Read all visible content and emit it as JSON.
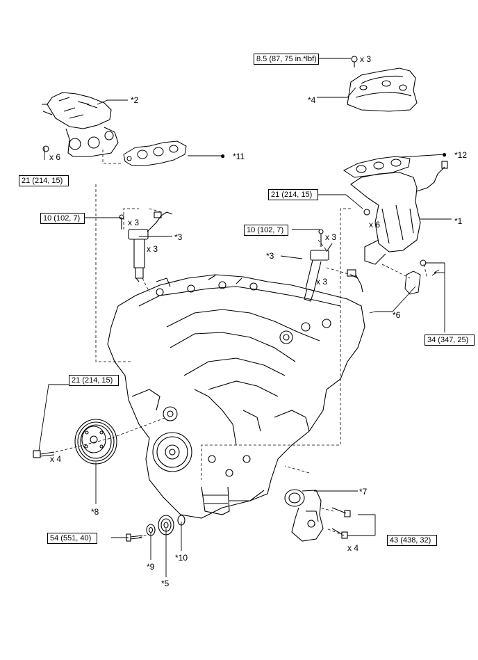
{
  "torque": {
    "t1": "8.5 (87, 75 in.*lbf)",
    "t2": "21 (214, 15)",
    "t3": "21 (214, 15)",
    "t4": "10 (102, 7)",
    "t5": "10 (102, 7)",
    "t6": "34 (347, 25)",
    "t7": "21 (214, 15)",
    "t8": "54 (551, 40)",
    "t9": "43 (438, 32)"
  },
  "labels": {
    "p1": "*1",
    "p2": "*2",
    "p3a": "*3",
    "p3b": "*3",
    "p4": "*4",
    "p5": "*5",
    "p6": "*6",
    "p7": "*7",
    "p8": "*8",
    "p9": "*9",
    "p10": "*10",
    "p11": "*11",
    "p12": "*12",
    "bullet": "●"
  },
  "qty": {
    "q1": "x 3",
    "q2": "x 6",
    "q3": "x 3",
    "q4": "x 3",
    "q5": "x 6",
    "q6": "x 3",
    "q7": "x 3",
    "q8": "x 4",
    "q9": "x 4"
  }
}
